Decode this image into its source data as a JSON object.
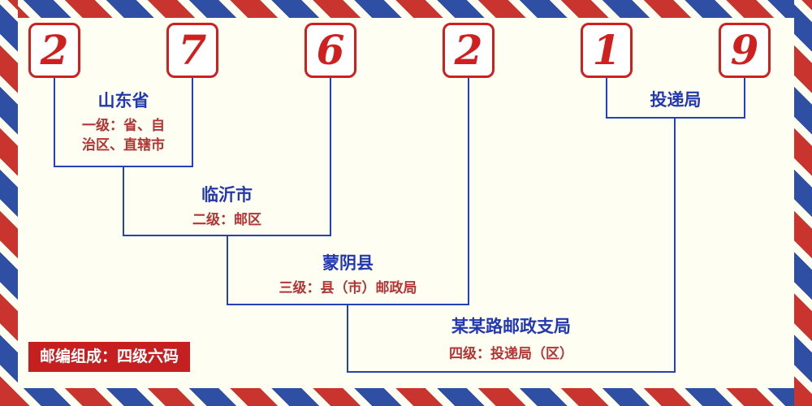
{
  "postal_code": {
    "digits": [
      "2",
      "7",
      "6",
      "2",
      "1",
      "9"
    ]
  },
  "levels": [
    {
      "place": "山东省",
      "desc1": "一级：省、自",
      "desc2": "治区、直辖市"
    },
    {
      "place": "临沂市",
      "desc1": "二级：邮区"
    },
    {
      "place": "蒙阴县",
      "desc1": "三级：县（市）邮政局"
    },
    {
      "place": "某某路邮政支局",
      "desc1": "四级：投递局（区）"
    },
    {
      "place": "投递局"
    }
  ],
  "badge": {
    "label": "邮编组成：四级六码"
  },
  "colors": {
    "background": "#fffef2",
    "digit_red": "#cf1f1f",
    "box_border_red": "#cf1f1f",
    "line_blue": "#2640b8",
    "place_blue": "#2238b0",
    "desc_red": "#b23434",
    "badge_bg": "#c5201f",
    "badge_text": "#ffffff",
    "stripe_red": "#c9342f",
    "stripe_blue": "#2e4fa3"
  }
}
